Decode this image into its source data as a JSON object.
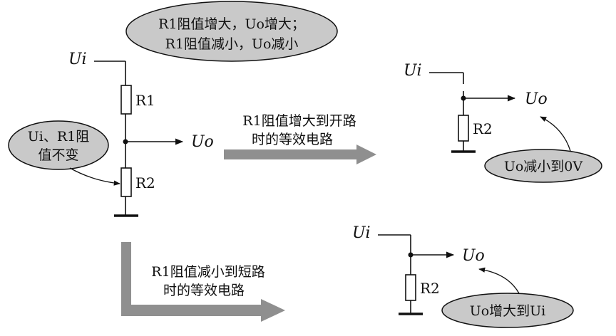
{
  "colors": {
    "line": "#111111",
    "bubble": "#c9c9c9",
    "arrow": "#8f8f8f",
    "bg": "#ffffff"
  },
  "top_note": {
    "line1": "R1阻值增大，Uo增大；",
    "line2": "R1阻值减小，Uo减小"
  },
  "left_note": {
    "line1": "Ui、R1阻",
    "line2": "值不变"
  },
  "main_circuit": {
    "input": "Ui",
    "r1": "R1",
    "r2": "R2",
    "output": "Uo"
  },
  "open_arrow": {
    "line1": "R1阻值增大到开路",
    "line2": "时的等效电路"
  },
  "short_arrow": {
    "line1": "R1阻值减小到短路",
    "line2": "时的等效电路"
  },
  "open_circuit": {
    "input": "Ui",
    "output": "Uo",
    "r2": "R2",
    "note": "Uo减小到0V"
  },
  "short_circuit": {
    "input": "Ui",
    "output": "Uo",
    "r2": "R2",
    "note": "Uo增大到Ui"
  }
}
